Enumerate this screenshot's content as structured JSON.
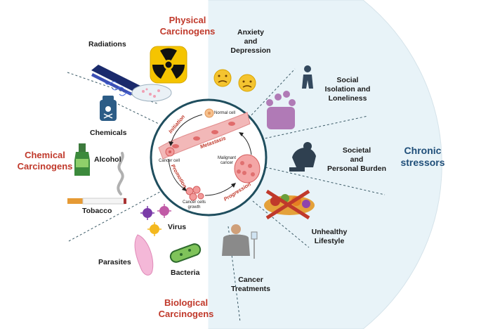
{
  "physical": {
    "line1": "Physical",
    "line2": "Carcinogens"
  },
  "chemical": {
    "line1": "Chemical",
    "line2": "Carcinogens"
  },
  "biological": {
    "line1": "Biological",
    "line2": "Carcinogens"
  },
  "chronic": {
    "line1": "Chronic",
    "line2": "stressors"
  },
  "agents": {
    "radiations": "Radiations",
    "chemicals": "Chemicals",
    "alcohol": "Alcohol",
    "tobacco": "Tobacco",
    "virus": "Virus",
    "parasites": "Parasites",
    "bacteria": "Bacteria"
  },
  "stressors": {
    "anxiety": {
      "line1": "Anxiety",
      "line2": "and",
      "line3": "Depression"
    },
    "social": {
      "line1": "Social",
      "line2": "Isolation and",
      "line3": "Loneliness"
    },
    "societal": {
      "line1": "Societal",
      "line2": "and",
      "line3": "Personal  Burden"
    },
    "lifestyle": {
      "line1": "Unhealthy",
      "line2": "Lifestyle"
    },
    "treatments": {
      "line1": "Cancer",
      "line2": "Treatments"
    }
  },
  "cycle": {
    "normal_cell": "Normal cell",
    "cancer_cell": "Cancer cell",
    "cancer_cells_growth_1": "Cancer cells",
    "cancer_cells_growth_2": "growth",
    "malignant_1": "Malignant",
    "malignant_2": "cancer",
    "initiation": "Initiation",
    "promotion": "Promotion",
    "progression": "Progression",
    "metastasis": "Metastasis"
  },
  "colors": {
    "right_panel": "#e8f3f8",
    "red_label": "#c0392b",
    "blue_label": "#1f4e79",
    "circle_border": "#1f4e5e"
  }
}
